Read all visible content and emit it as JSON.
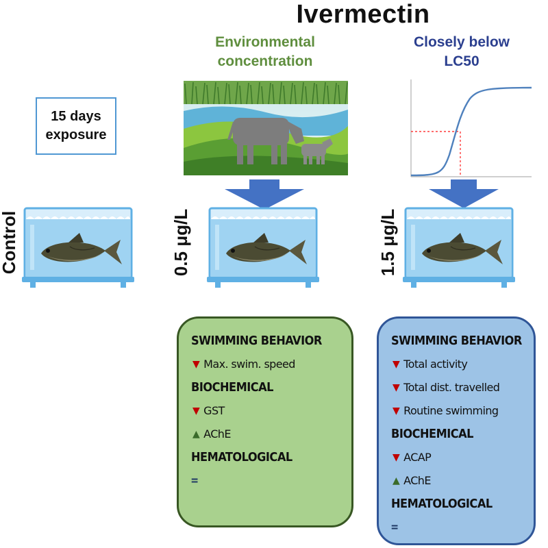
{
  "title": "Ivermectin",
  "columns": {
    "environmental": {
      "line1": "Environmental",
      "line2": "concentration"
    },
    "lc50": {
      "line1": "Closely below",
      "line2": "LC50"
    }
  },
  "exposure_box": {
    "line1": "15 days",
    "line2": "exposure"
  },
  "tank_labels": {
    "control": "Control",
    "low": "0.5 μg/L",
    "high": "1.5 μg/L"
  },
  "results": {
    "environmental": {
      "rows": [
        {
          "kind": "head",
          "text": "SWIMMING BEHAVIOR"
        },
        {
          "kind": "down",
          "text": "Max. swim. speed"
        },
        {
          "kind": "head",
          "text": "BIOCHEMICAL"
        },
        {
          "kind": "down",
          "text": "GST"
        },
        {
          "kind": "up",
          "text": "AChE"
        },
        {
          "kind": "head",
          "text": "HEMATOLOGICAL"
        },
        {
          "kind": "eq",
          "text": "="
        }
      ]
    },
    "lc50": {
      "rows": [
        {
          "kind": "head",
          "text": "SWIMMING BEHAVIOR"
        },
        {
          "kind": "down",
          "text": "Total activity"
        },
        {
          "kind": "down",
          "text": "Total dist. travelled"
        },
        {
          "kind": "down",
          "text": "Routine swimming"
        },
        {
          "kind": "head",
          "text": "BIOCHEMICAL"
        },
        {
          "kind": "down",
          "text": "ACAP"
        },
        {
          "kind": "up",
          "text": "AChE"
        },
        {
          "kind": "head",
          "text": "HEMATOLOGICAL"
        },
        {
          "kind": "eq",
          "text": "="
        }
      ]
    }
  },
  "colors": {
    "green_box": "#a9d18e",
    "blue_box": "#9dc3e6",
    "arrow_blue": "#4472c4",
    "tank_water": "#9fd3f2",
    "decrease": "#c00000",
    "increase": "#3a6b2a"
  }
}
